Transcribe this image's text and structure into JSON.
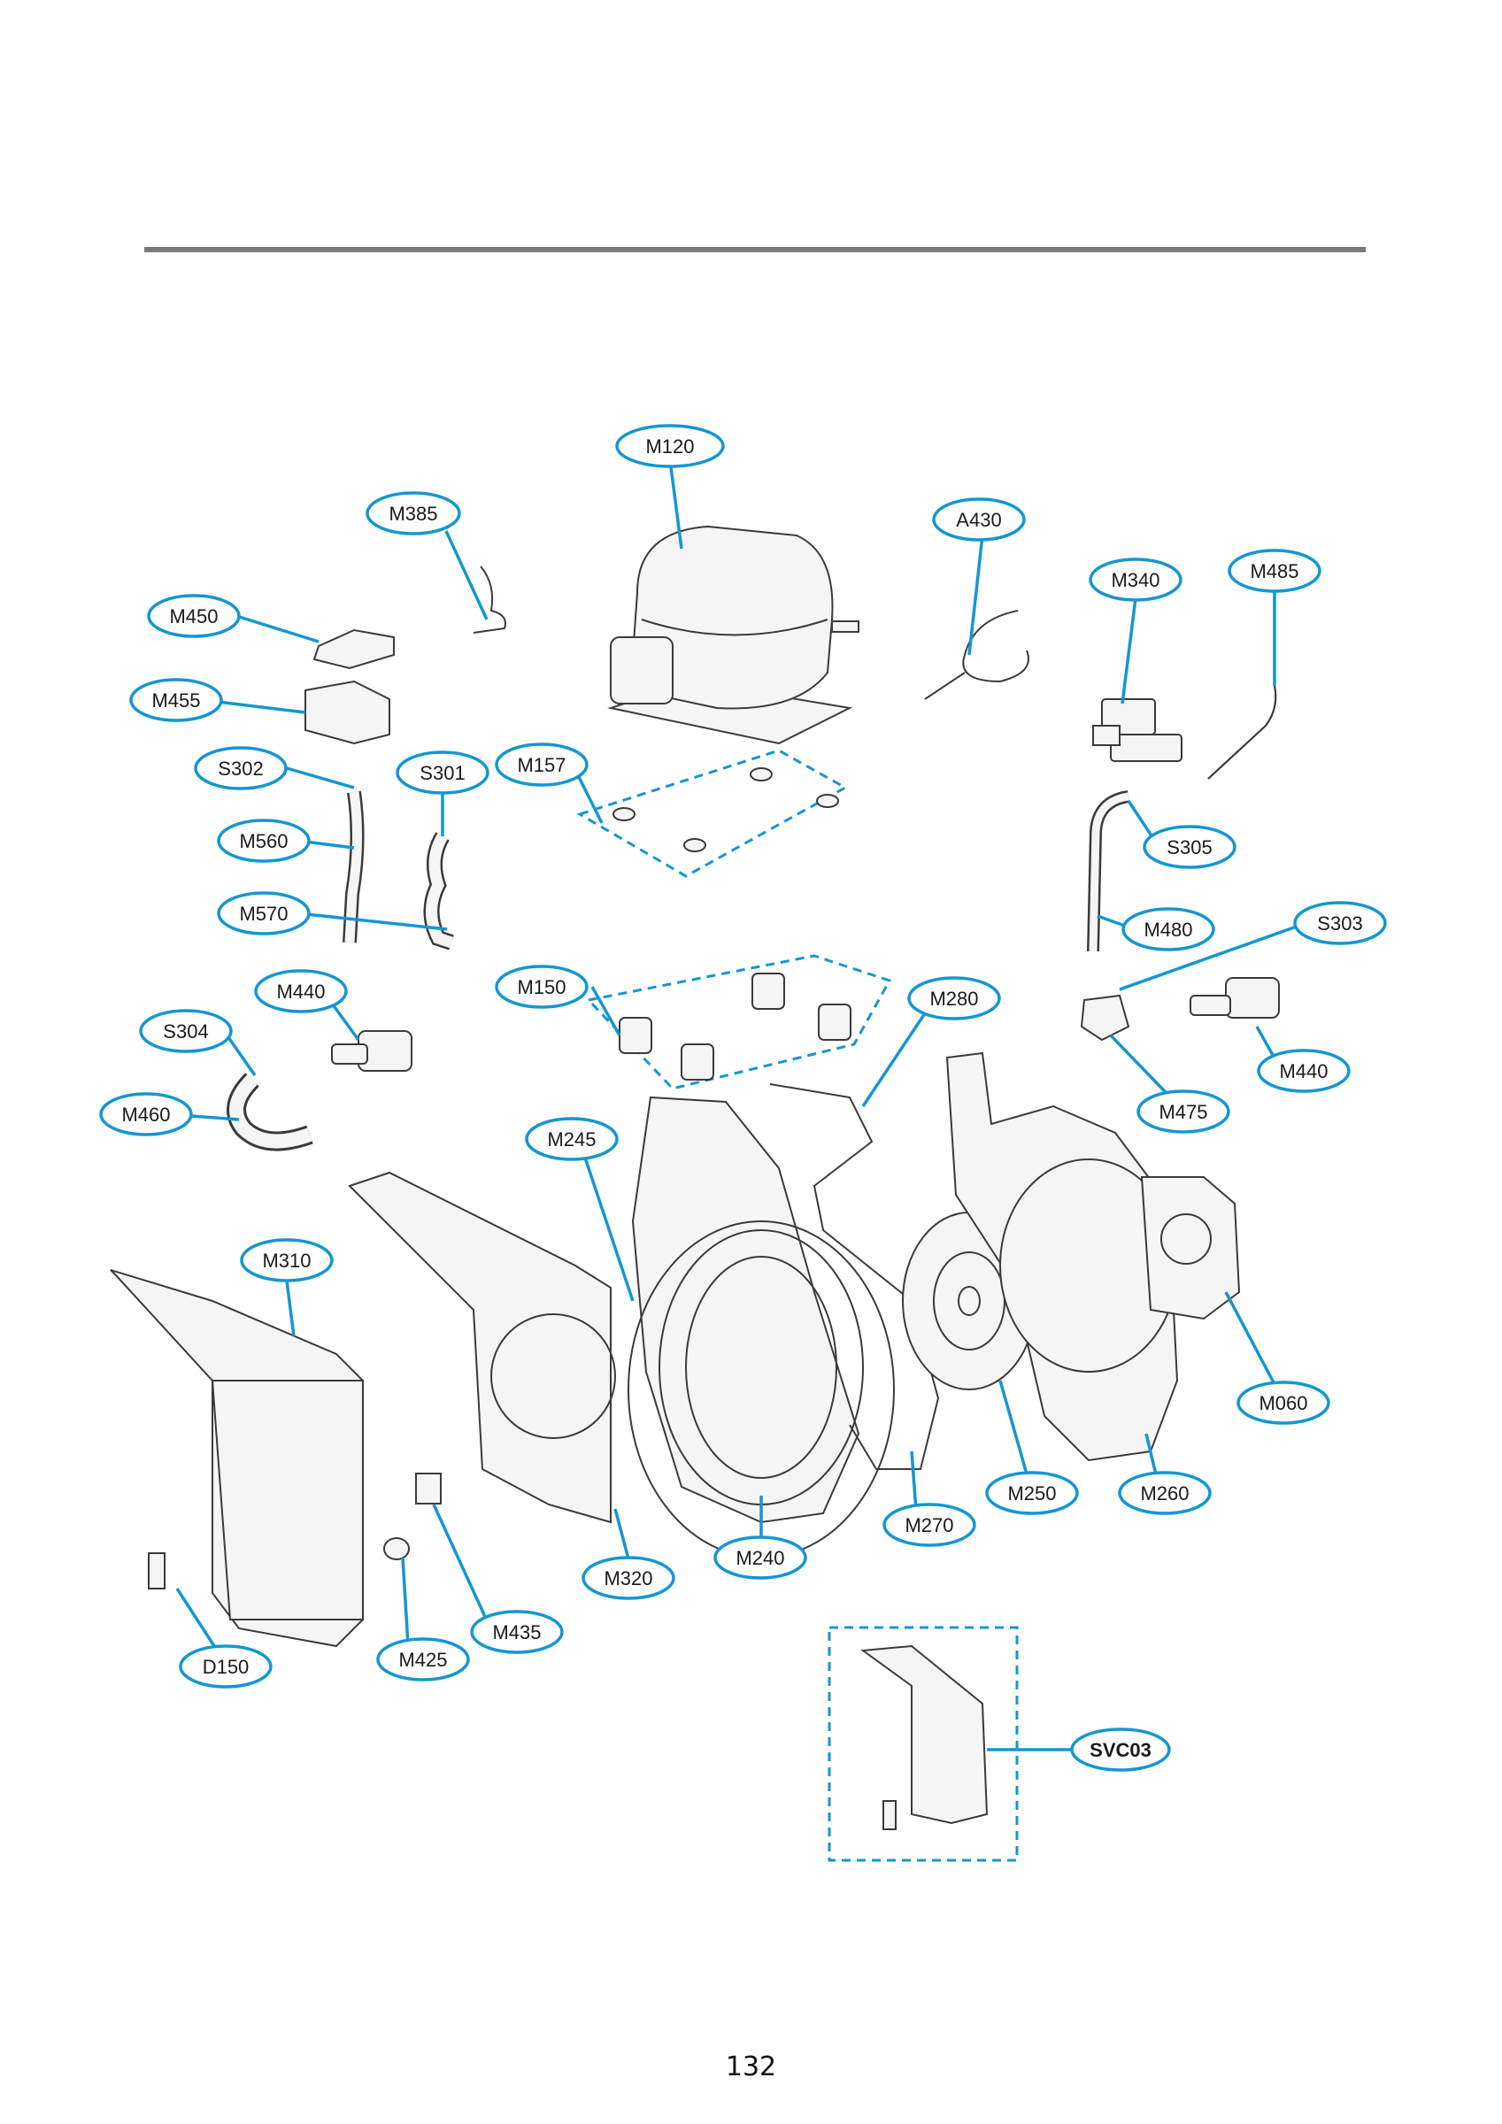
{
  "accent_color": "#1496d2",
  "rule_color": "#7a7a7a",
  "page_number": "132",
  "labels": {
    "M120": "M120",
    "M385": "M385",
    "A430": "A430",
    "M340": "M340",
    "M485": "M485",
    "M450": "M450",
    "M455": "M455",
    "S302": "S302",
    "S301": "S301",
    "M157": "M157",
    "M560": "M560",
    "S305": "S305",
    "M570": "M570",
    "M480": "M480",
    "S303": "S303",
    "M440a": "M440",
    "M150": "M150",
    "M280": "M280",
    "S304": "S304",
    "M440b": "M440",
    "M460": "M460",
    "M475": "M475",
    "M245": "M245",
    "M310": "M310",
    "M060": "M060",
    "M250": "M250",
    "M260": "M260",
    "M270": "M270",
    "M240": "M240",
    "M320": "M320",
    "M435": "M435",
    "D150": "D150",
    "M425": "M425",
    "SVC03": "SVC03"
  }
}
